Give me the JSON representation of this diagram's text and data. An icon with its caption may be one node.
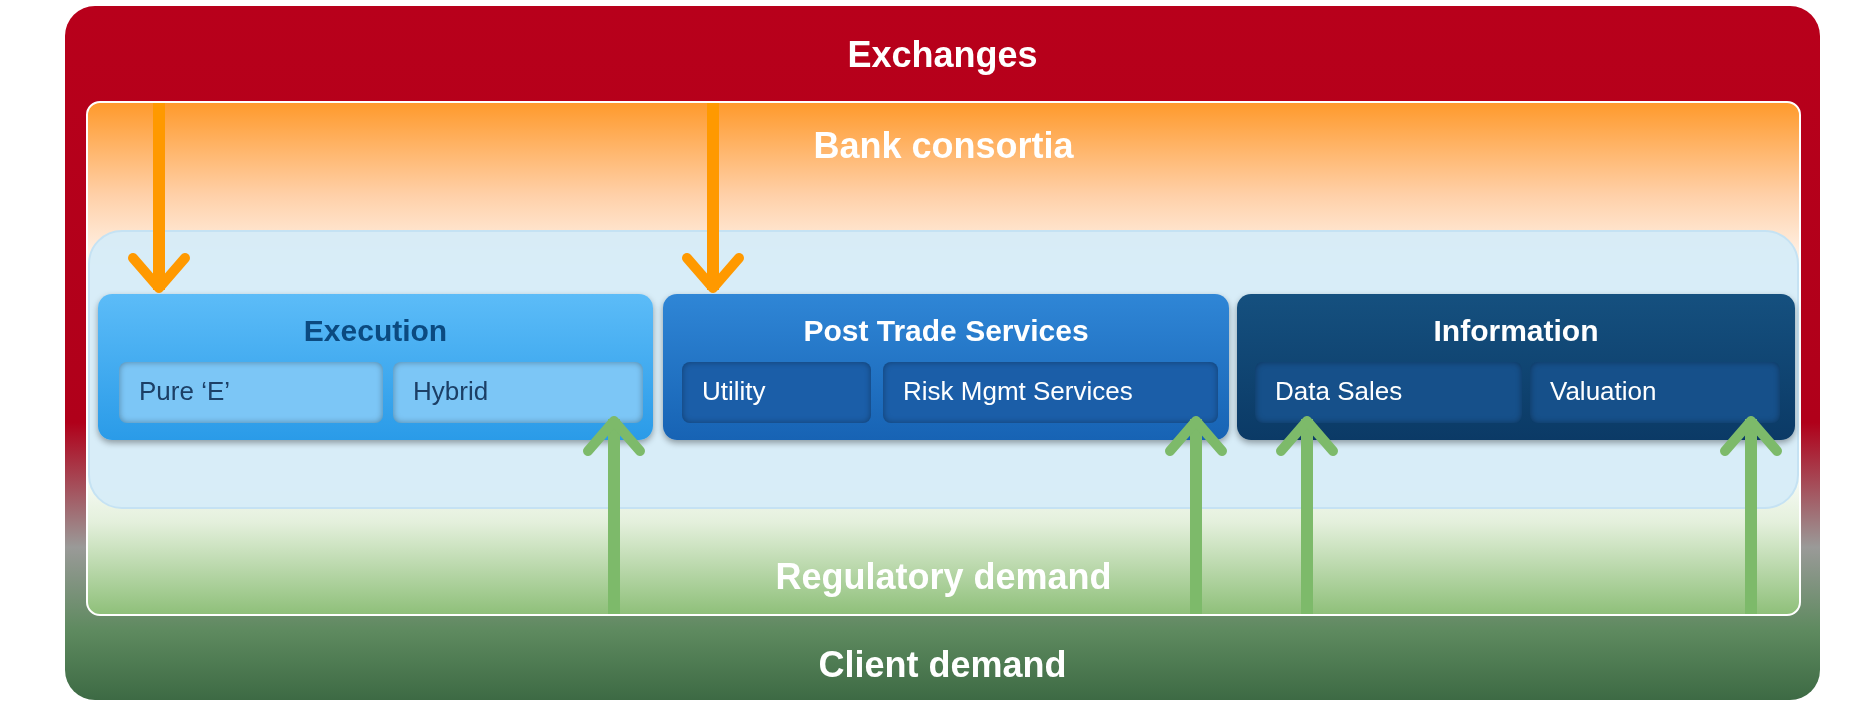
{
  "diagram": {
    "nodes": [
      {
        "text": [
          "Exchanges",
          "Client demand"
        ]
      },
      {
        "text": [
          "Bank consortia",
          "Regulatory demand"
        ],
        "in": 0
      },
      {
        "text": [],
        "shape": "box",
        "in": 1
      },
      {
        "text": [
          "Execution"
        ],
        "in": 2
      },
      {
        "text": [
          "Pure ‘E’"
        ],
        "in": 3
      },
      {
        "text": [
          "Hybrid"
        ],
        "in": 3
      },
      {
        "text": [
          "Post Trade Services"
        ],
        "in": 2
      },
      {
        "text": [
          "Utility"
        ],
        "in": 6
      },
      {
        "text": [
          "Risk Mgmt Services"
        ],
        "in": 6
      },
      {
        "text": [
          "Information"
        ],
        "in": 2
      },
      {
        "text": [
          "Data Sales"
        ],
        "in": 9
      },
      {
        "text": [
          "Valuation"
        ],
        "in": 9
      }
    ],
    "edges": [
      {
        "from": 1,
        "to": 3,
        "arrow": "to",
        "color": "#ff9900"
      },
      {
        "from": 1,
        "to": 6,
        "arrow": "to",
        "color": "#ff9900"
      },
      {
        "from": 1,
        "to": 5,
        "arrow": "to",
        "color": "#7dba6a"
      },
      {
        "from": 1,
        "to": 8,
        "arrow": "to",
        "color": "#7dba6a"
      },
      {
        "from": 1,
        "to": 10,
        "arrow": "to",
        "color": "#7dba6a"
      },
      {
        "from": 1,
        "to": 11,
        "arrow": "to",
        "color": "#7dba6a"
      }
    ]
  }
}
